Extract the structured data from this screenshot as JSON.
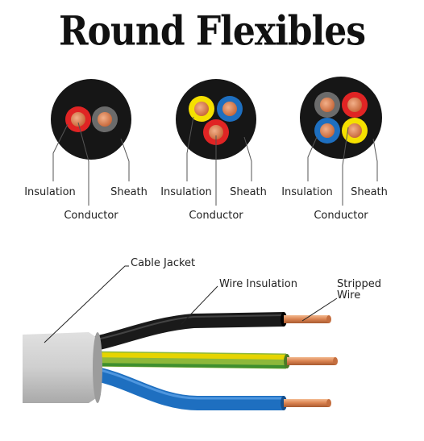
{
  "title": "Round Flexibles",
  "cross_sections": [
    {
      "labels": {
        "insulation": "Insulation",
        "sheath": "Sheath",
        "conductor": "Conductor"
      },
      "cores": [
        "red",
        "grey"
      ]
    },
    {
      "labels": {
        "insulation": "Insulation",
        "sheath": "Sheath",
        "conductor": "Conductor"
      },
      "cores": [
        "yellow",
        "blue",
        "red"
      ]
    },
    {
      "labels": {
        "insulation": "Insulation",
        "sheath": "Sheath",
        "conductor": "Conductor"
      },
      "cores": [
        "grey",
        "red",
        "blue",
        "yellow"
      ]
    }
  ],
  "cable": {
    "labels": {
      "cable_jacket": "Cable Jacket",
      "wire_insulation": "Wire Insulation",
      "stripped_wire_line1": "Stripped",
      "stripped_wire_line2": "Wire"
    },
    "wires": [
      "black",
      "green-yellow",
      "blue"
    ]
  },
  "colors": {
    "sheath": "#161616",
    "copper": "#d9814f",
    "red": "#e02424",
    "grey": "#6b6b6b",
    "yellow": "#f5e000",
    "blue": "#1e6fc0",
    "jacket": "#c9c9c9"
  }
}
